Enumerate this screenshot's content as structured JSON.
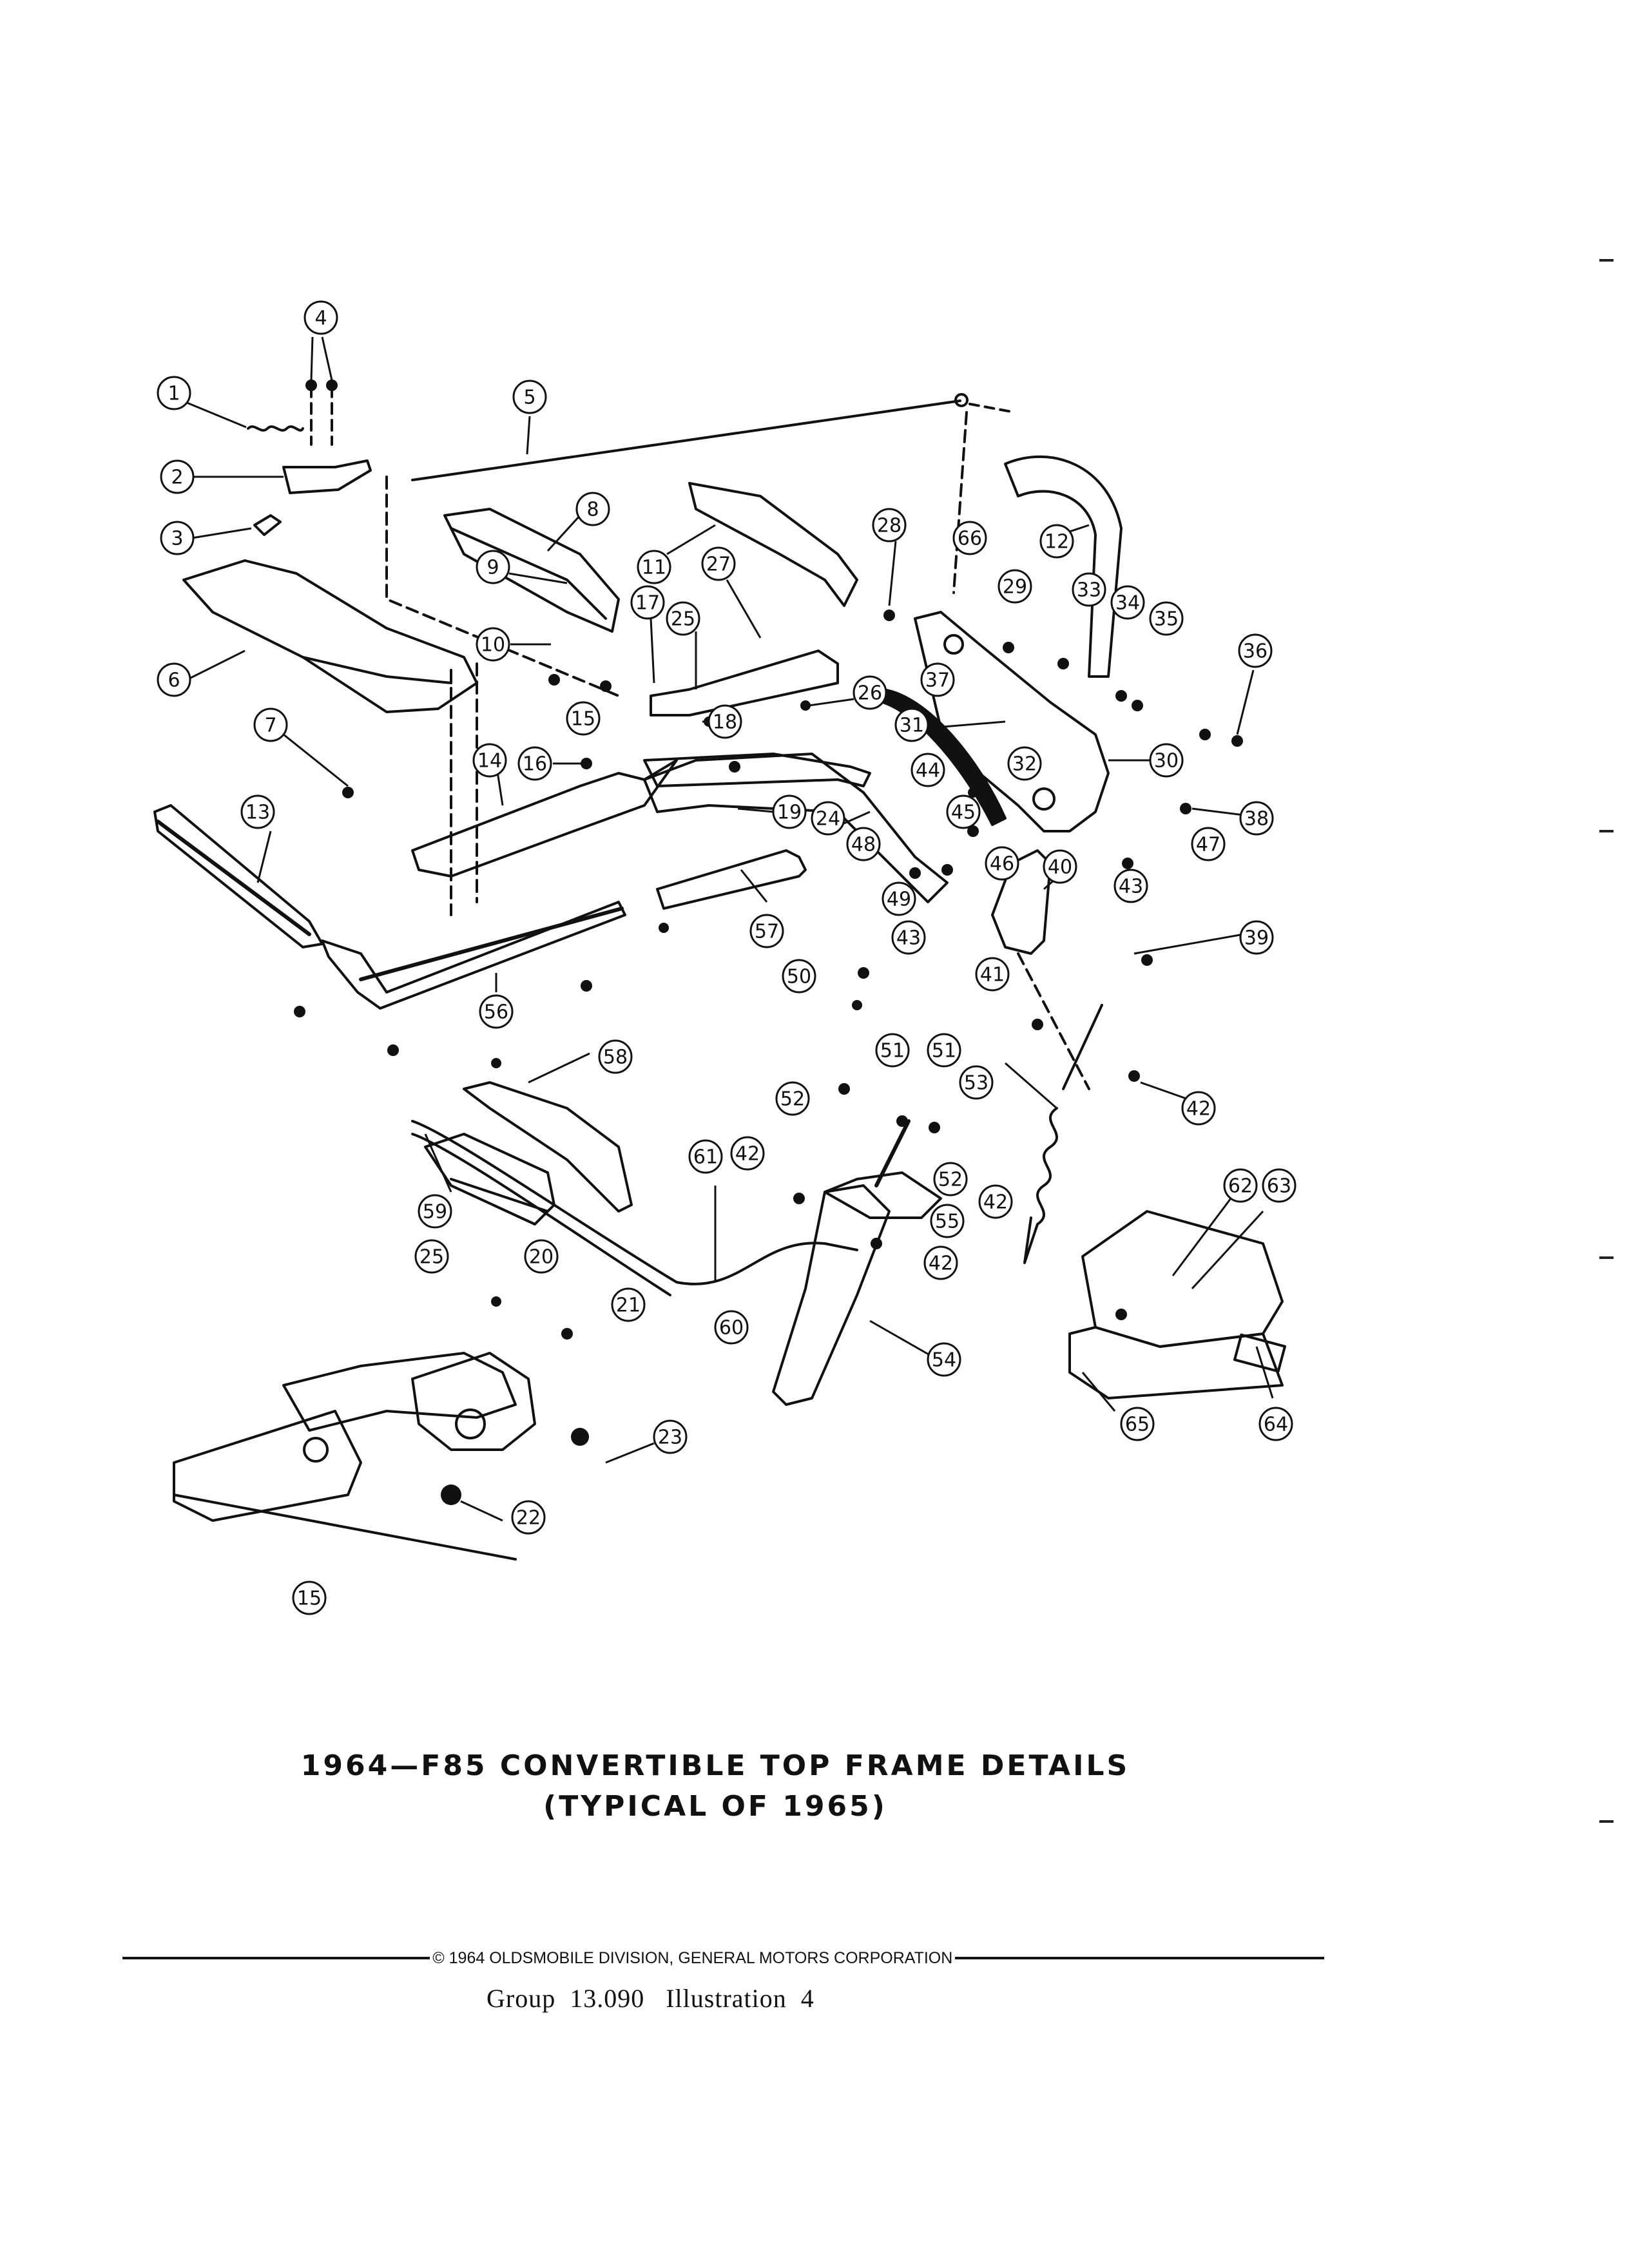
{
  "figure": {
    "title_line1": "1964—F85 CONVERTIBLE TOP FRAME DETAILS",
    "title_line2": "(TYPICAL OF 1965)",
    "copyright": "© 1964 OLDSMOBILE DIVISION, GENERAL MOTORS CORPORATION",
    "group_label": "Group",
    "group_number": "13.090",
    "illustration_label": "Illustration",
    "illustration_number": "4"
  },
  "callouts": [
    "1",
    "2",
    "3",
    "4",
    "5",
    "6",
    "7",
    "8",
    "9",
    "10",
    "11",
    "12",
    "13",
    "14",
    "15",
    "15",
    "16",
    "17",
    "18",
    "19",
    "20",
    "21",
    "22",
    "23",
    "24",
    "25",
    "25",
    "26",
    "27",
    "28",
    "29",
    "30",
    "31",
    "32",
    "33",
    "34",
    "35",
    "36",
    "37",
    "38",
    "39",
    "40",
    "41",
    "42",
    "42",
    "42",
    "42",
    "43",
    "43",
    "44",
    "45",
    "46",
    "47",
    "48",
    "49",
    "50",
    "51",
    "51",
    "52",
    "52",
    "53",
    "54",
    "55",
    "56",
    "57",
    "58",
    "59",
    "60",
    "61",
    "62",
    "63",
    "64",
    "65",
    "66"
  ]
}
